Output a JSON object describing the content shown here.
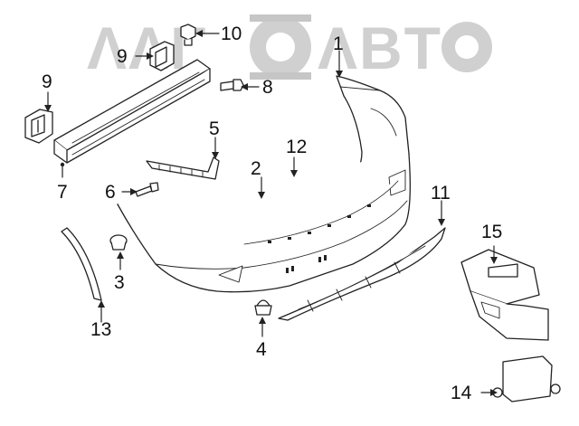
{
  "watermark": {
    "text": "ΛΛΓΤΟΛΒΤΟ",
    "color": "#c8c8c8"
  },
  "callouts": {
    "c1": "1",
    "c2": "2",
    "c3": "3",
    "c4": "4",
    "c5": "5",
    "c6": "6",
    "c7": "7",
    "c8": "8",
    "c9a": "9",
    "c9b": "9",
    "c10": "10",
    "c11": "11",
    "c12": "12",
    "c13": "13",
    "c14": "14",
    "c15": "15"
  },
  "colors": {
    "line": "#222222",
    "fill": "#ffffff"
  }
}
